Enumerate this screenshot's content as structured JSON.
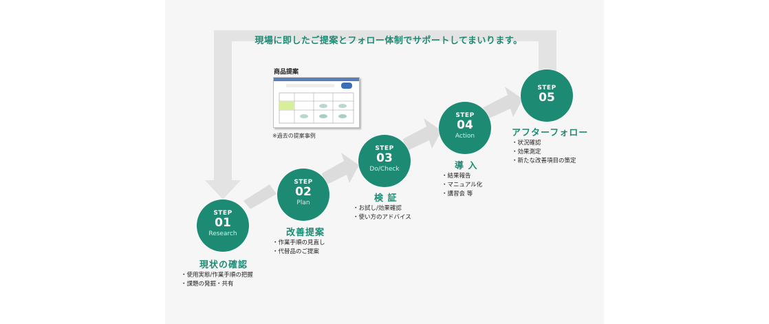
{
  "headline": "現場に即したご提案とフォロー体制でサポートしてまいります。",
  "product": {
    "label": "商品提案",
    "caption": "※過去の提案事例"
  },
  "colors": {
    "accent": "#1d8b74",
    "loop_arrow": "#e3e3e3",
    "flow_arrow": "#dedede"
  },
  "steps": [
    {
      "step": "STEP",
      "num": "01",
      "sub": "Research",
      "title": "現状の確認",
      "bullets": [
        "使用実態/作業手順の把握",
        "課題の発掘・共有"
      ]
    },
    {
      "step": "STEP",
      "num": "02",
      "sub": "Plan",
      "title": "改善提案",
      "bullets": [
        "作業手順の見直し",
        "代替品のご提案"
      ]
    },
    {
      "step": "STEP",
      "num": "03",
      "sub": "Do/Check",
      "title": "検 証",
      "bullets": [
        "お試し/効果確認",
        "使い方のアドバイス"
      ]
    },
    {
      "step": "STEP",
      "num": "04",
      "sub": "Action",
      "title": "導 入",
      "bullets": [
        "結果報告",
        "マニュアル化",
        "講習会 等"
      ]
    },
    {
      "step": "STEP",
      "num": "05",
      "sub": "",
      "title": "アフターフォロー",
      "bullets": [
        "状況確認",
        "効果測定",
        "新たな改善項目の策定"
      ]
    }
  ]
}
